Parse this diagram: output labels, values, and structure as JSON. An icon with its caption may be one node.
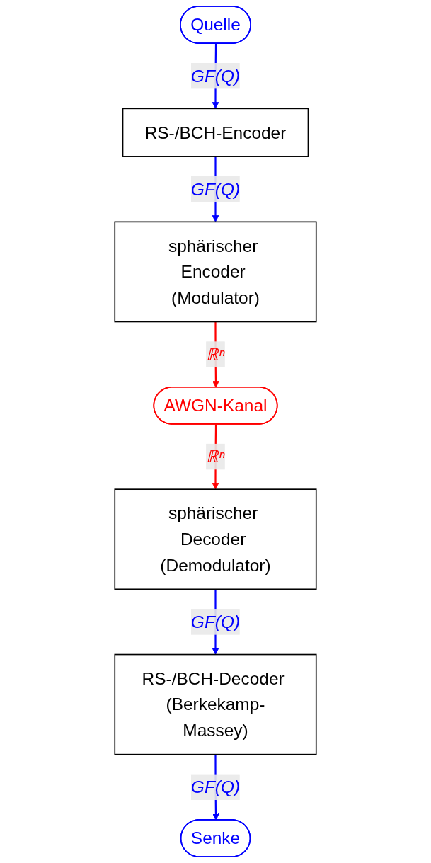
{
  "diagram": {
    "nodes": [
      {
        "text": [
          "Quelle"
        ]
      },
      {
        "text": [
          "RS-/BCH-Encoder"
        ]
      },
      {
        "text": [
          "sphärischer Encoder (Modulator)"
        ]
      },
      {
        "text": [
          "AWGN-Kanal"
        ]
      },
      {
        "text": [
          "sphärischer Decoder (Demodulator)"
        ]
      },
      {
        "text": [
          "RS-/BCH-Decoder (Berkekamp-Massey)"
        ]
      },
      {
        "text": [
          "Senke"
        ]
      }
    ],
    "edges": [
      {
        "from": 0,
        "to": 1,
        "arrow": "to",
        "label": "GF(Q)"
      },
      {
        "from": 1,
        "to": 2,
        "arrow": "to",
        "label": "GF(Q)"
      },
      {
        "from": 2,
        "to": 3,
        "arrow": "to",
        "label": "ℝⁿ",
        "color": "#ff0000"
      },
      {
        "from": 3,
        "to": 4,
        "arrow": "to",
        "label": "ℝⁿ",
        "color": "#ff0000"
      },
      {
        "from": 4,
        "to": 5,
        "arrow": "to",
        "label": "GF(Q)"
      },
      {
        "from": 5,
        "to": 6,
        "arrow": "to",
        "label": "GF(Q)"
      }
    ]
  }
}
